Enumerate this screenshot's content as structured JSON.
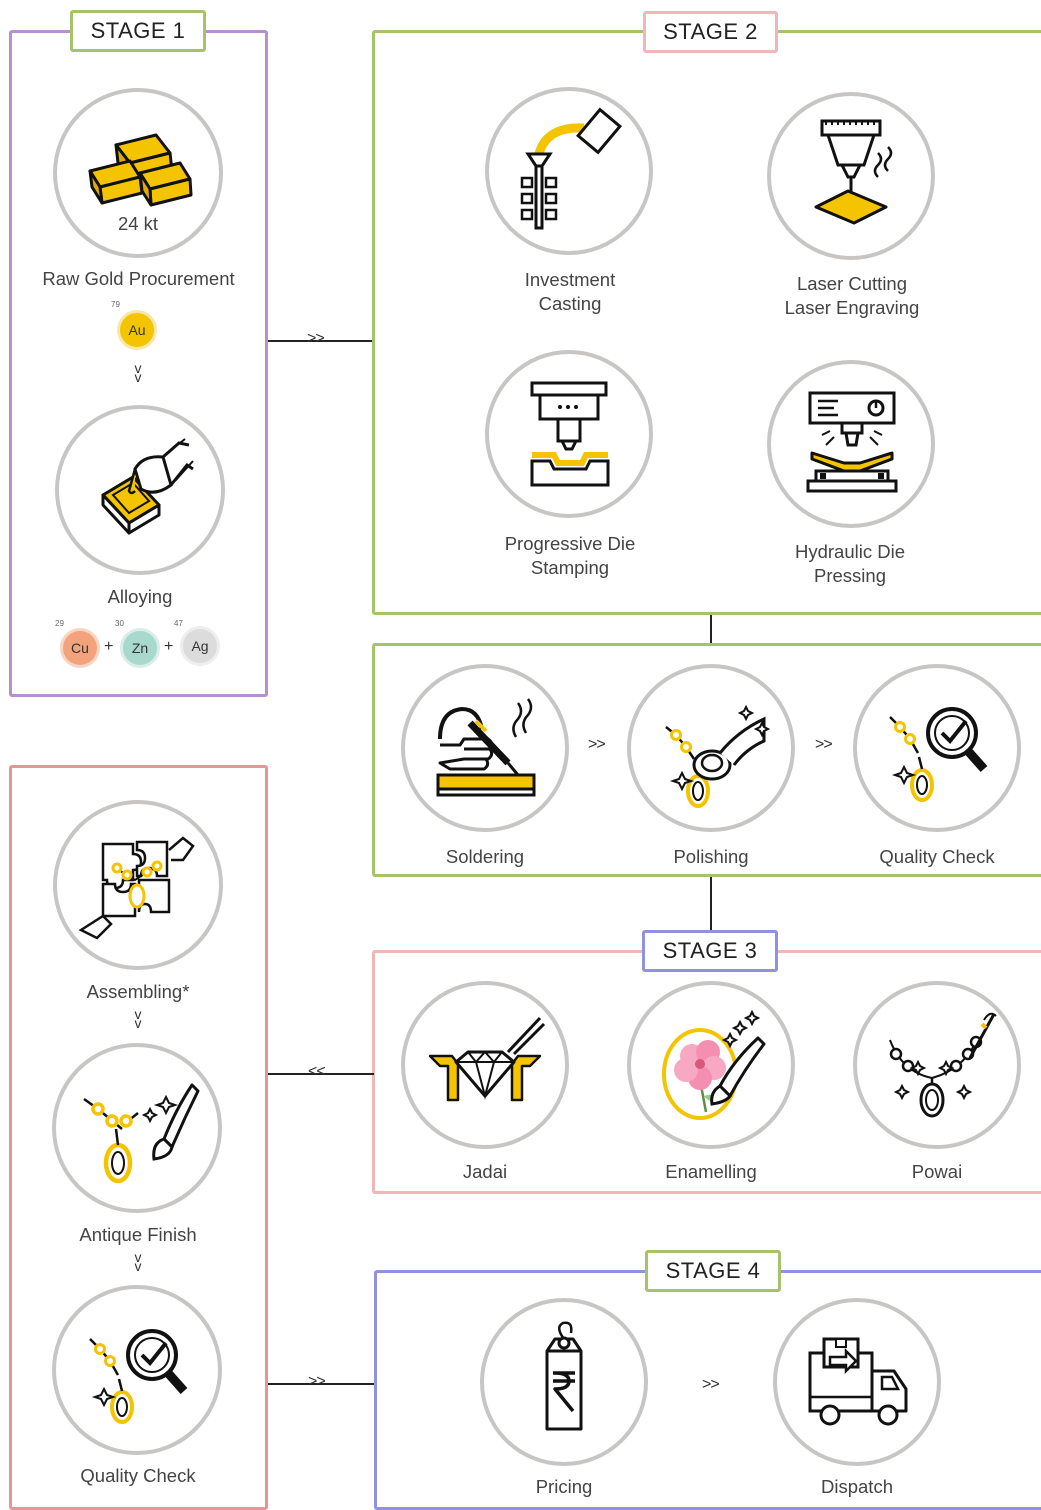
{
  "colors": {
    "gold": "#f4c400",
    "stage1": "#b98fd0",
    "stage2": "#a5c46a",
    "stage3": "#efb7b5",
    "stage4": "#8f92e0",
    "leftbox": "#e59696",
    "circleBorder": "#c8c6c4"
  },
  "stage1": {
    "label": "STAGE 1",
    "karat": "24 kt",
    "raw_gold": "Raw Gold Procurement",
    "au": {
      "symbol": "Au",
      "number": "79"
    },
    "alloying": "Alloying",
    "elements": [
      {
        "symbol": "Cu",
        "number": "29"
      },
      {
        "symbol": "Zn",
        "number": "30"
      },
      {
        "symbol": "Ag",
        "number": "47"
      }
    ],
    "plus": "+"
  },
  "stage2": {
    "label": "STAGE 2",
    "investment_casting_1": "Investment",
    "investment_casting_2": "Casting",
    "laser_1": "Laser Cutting",
    "laser_2": "Laser Engraving",
    "progressive_1": "Progressive Die",
    "progressive_2": "Stamping",
    "hydraulic_1": "Hydraulic Die",
    "hydraulic_2": "Pressing"
  },
  "finishing": {
    "soldering": "Soldering",
    "polishing": "Polishing",
    "quality_check": "Quality Check"
  },
  "stage3": {
    "label": "STAGE 3",
    "jadai": "Jadai",
    "enamelling": "Enamelling",
    "powai": "Powai"
  },
  "left_box": {
    "assembling": "Assembling*",
    "antique_finish": "Antique Finish",
    "quality_check": "Quality Check"
  },
  "stage4": {
    "label": "STAGE 4",
    "pricing": "Pricing",
    "dispatch": "Dispatch"
  },
  "arrows": {
    "forward": ">>",
    "back": "<<",
    "down": "v"
  }
}
